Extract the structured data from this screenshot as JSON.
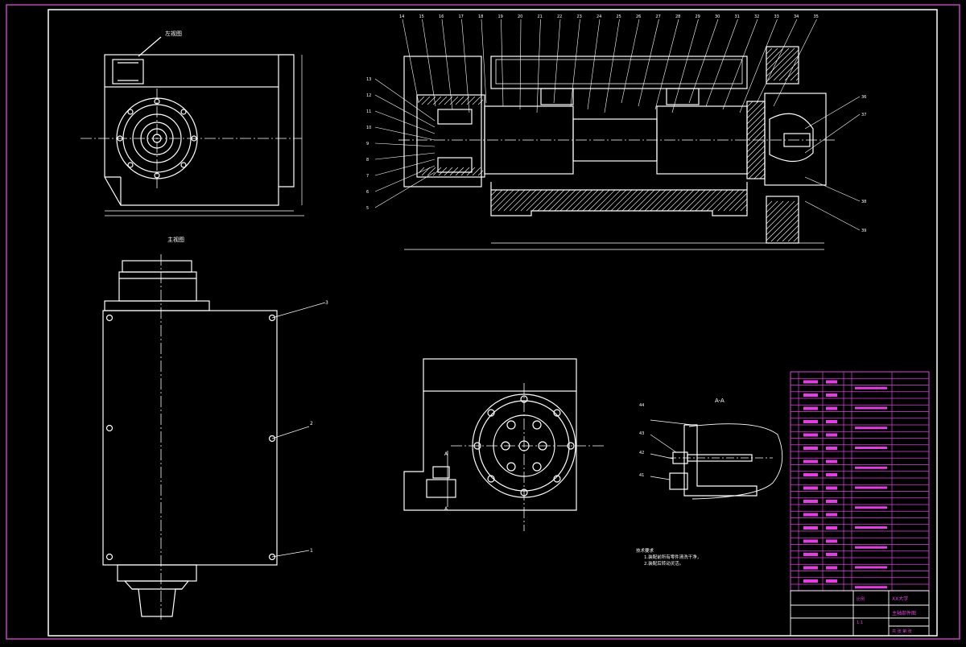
{
  "colors": {
    "background": "#000000",
    "frame": "#c040c0",
    "line": "#ffffff",
    "title_block": "#e040e0",
    "hatch": "#ffffff"
  },
  "views": {
    "top_left_title": "左视图",
    "bottom_left_title": "主视图",
    "section_title": "A-A",
    "section_marker": "A",
    "tech_notes_title": "技术要求",
    "tech_notes_line1": "1.装配前所有零件清洗干净，",
    "tech_notes_line2": "2.装配后转动灵活。"
  },
  "balloons_top": [
    "14",
    "15",
    "16",
    "17",
    "18",
    "19",
    "20",
    "21",
    "22",
    "23",
    "24",
    "25",
    "26",
    "27",
    "28",
    "29",
    "30",
    "31",
    "32",
    "33",
    "34",
    "35"
  ],
  "balloons_left": [
    "13",
    "12",
    "11",
    "10",
    "9",
    "8",
    "7",
    "6",
    "5"
  ],
  "balloons_right": [
    "36",
    "37",
    "38",
    "39"
  ],
  "balloons_front": [
    "3",
    "2",
    "1"
  ],
  "balloons_section": [
    "44",
    "43",
    "42",
    "41"
  ],
  "title_block": {
    "drawing_name": "主轴部件图",
    "school": "XX大学",
    "scale_label": "比例",
    "scale_value": "1:1",
    "sheet_label": "共 张 第 张"
  }
}
